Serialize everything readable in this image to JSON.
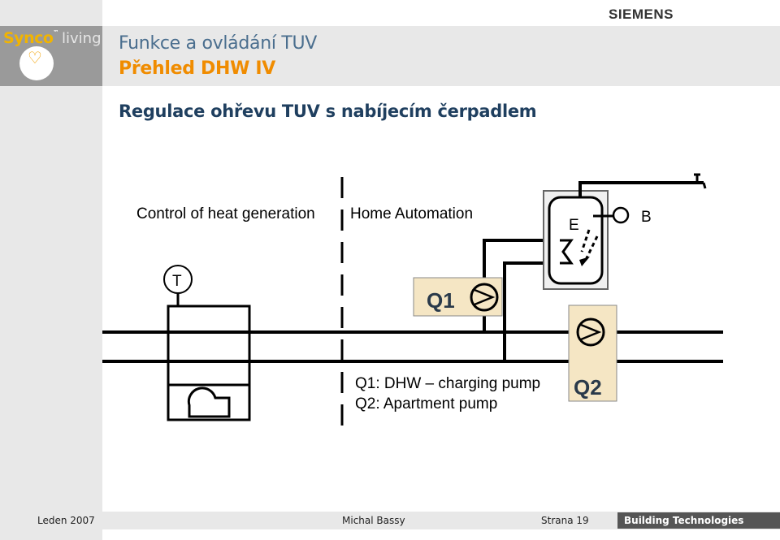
{
  "brand": {
    "siemens": "SIEMENS",
    "synco": "Synco",
    "tm": "™",
    "living": "living"
  },
  "header": {
    "title": "Funkce a ovládání TUV",
    "subtitle": "Přehled DHW IV"
  },
  "heading": "Regulace ohřevu TUV s nabíjecím čerpadlem",
  "diagram": {
    "label_heat": "Control of heat generation",
    "label_home": "Home Automation",
    "sensor_t": "T",
    "label_e": "E",
    "label_b": "B",
    "pump_q1": "Q1",
    "pump_q2": "Q2",
    "legend_q1": "Q1: DHW – charging pump",
    "legend_q2": "Q2: Apartment pump"
  },
  "footer": {
    "date": "Leden 2007",
    "author": "Michal Bassy",
    "page": "Strana 19",
    "division": "Building Technologies"
  },
  "colors": {
    "title_blue": "#4a6e8e",
    "subtitle_orange": "#f08c00",
    "heading_navy": "#1f3f5f",
    "pump_box": "#f5e6c4",
    "logo_gold": "#f2b400"
  }
}
